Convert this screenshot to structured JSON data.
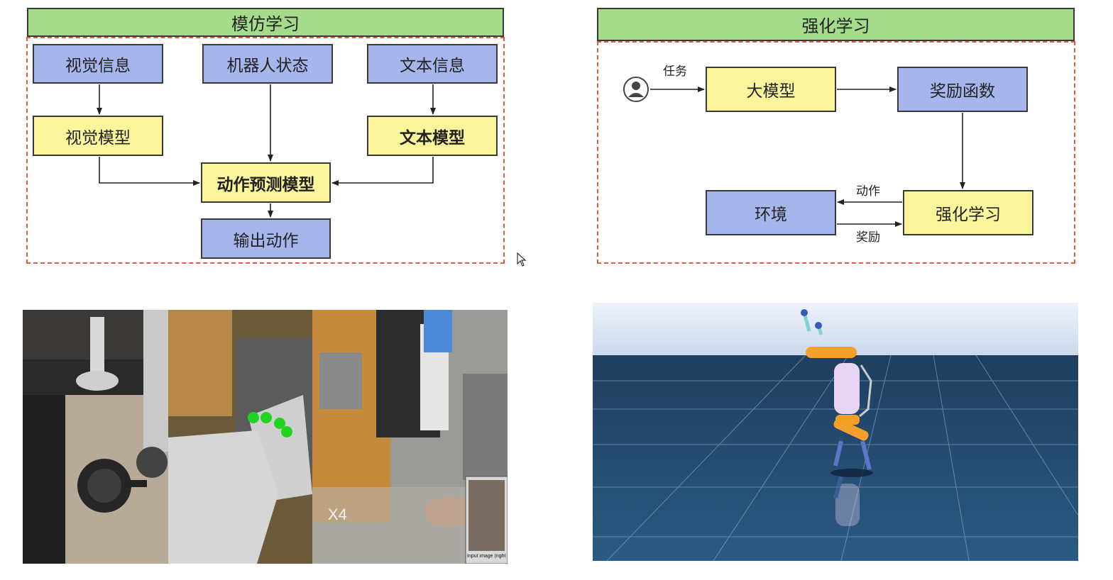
{
  "left_diagram": {
    "title": "模仿学习",
    "nodes": {
      "visual_info": "视觉信息",
      "robot_state": "机器人状态",
      "text_info": "文本信息",
      "visual_model": "视觉模型",
      "text_model": "文本模型",
      "action_model": "动作预测模型",
      "output_action": "输出动作"
    }
  },
  "right_diagram": {
    "title": "强化学习",
    "nodes": {
      "big_model": "大模型",
      "reward_function": "奖励函数",
      "environment": "环境",
      "rl": "强化学习"
    },
    "edge_labels": {
      "task": "任务",
      "action": "动作",
      "reward": "奖励"
    }
  },
  "photos": {
    "speed_label": "X4",
    "inset_caption": "Input image (right v"
  },
  "colors": {
    "title_green": "#a4dc8b",
    "node_blue": "#a6b5ec",
    "node_yellow": "#faf59a",
    "frame_red": "#e35a36"
  }
}
